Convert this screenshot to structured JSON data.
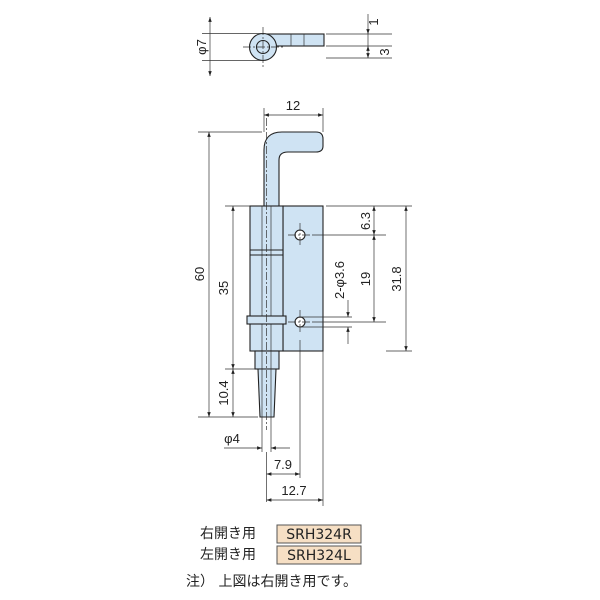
{
  "dimensions": {
    "top_phi": "φ7",
    "top_1": "1",
    "top_3": "3",
    "width_12": "12",
    "height_60": "60",
    "height_35": "35",
    "height_10_4": "10.4",
    "phi_4": "φ4",
    "width_7_9": "7.9",
    "width_12_7": "12.7",
    "hole_6_3": "6.3",
    "hole_2_phi": "2-φ3.6",
    "pitch_19": "19",
    "total_31_8": "31.8"
  },
  "legend": {
    "right_label": "右開き用",
    "right_model": "SRH324R",
    "left_label": "左開き用",
    "left_model": "SRH324L",
    "note": "注） 上図は右開き用です。"
  },
  "colors": {
    "part_fill": "#cfe3f3",
    "model_box": "#f6dfc4"
  }
}
